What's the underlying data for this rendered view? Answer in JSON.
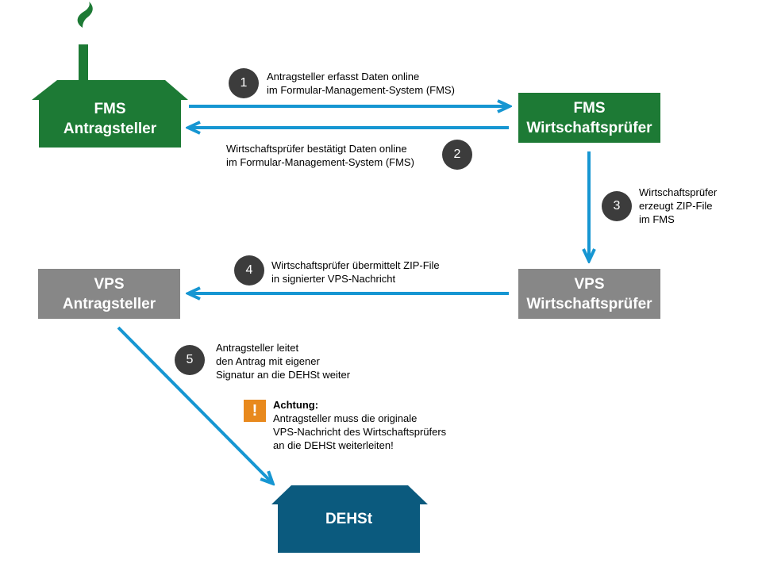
{
  "colors": {
    "fms_green": "#1d7a35",
    "vps_gray": "#878787",
    "dehst_blue": "#0b5a7e",
    "arrow_blue": "#1696d2",
    "step_circle": "#3c3c3c",
    "warning_orange": "#e8891d"
  },
  "nodes": {
    "fms_antragsteller": {
      "line1": "FMS",
      "line2": "Antragsteller"
    },
    "fms_wirtschaftspruefer": {
      "line1": "FMS",
      "line2": "Wirtschaftsprüfer"
    },
    "vps_antragsteller": {
      "line1": "VPS",
      "line2": "Antragsteller"
    },
    "vps_wirtschaftspruefer": {
      "line1": "VPS",
      "line2": "Wirtschaftsprüfer"
    },
    "dehst": {
      "label": "DEHSt"
    }
  },
  "steps": [
    {
      "number": "1",
      "lines": [
        "Antragsteller erfasst Daten online",
        "im Formular-Management-System (FMS)"
      ]
    },
    {
      "number": "2",
      "lines": [
        "Wirtschaftsprüfer bestätigt Daten online",
        "im Formular-Management-System (FMS)"
      ]
    },
    {
      "number": "3",
      "lines": [
        "Wirtschaftsprüfer",
        "erzeugt ZIP-File",
        "im FMS"
      ]
    },
    {
      "number": "4",
      "lines": [
        "Wirtschaftsprüfer übermittelt ZIP-File",
        "in signierter VPS-Nachricht"
      ]
    },
    {
      "number": "5",
      "lines": [
        "Antragsteller leitet",
        "den Antrag mit eigener",
        "Signatur an die DEHSt weiter"
      ]
    }
  ],
  "warning": {
    "icon": "exclamation-icon",
    "symbol": "!",
    "title": "Achtung:",
    "lines": [
      "Antragsteller muss die originale",
      "VPS-Nachricht des Wirtschaftsprüfers",
      "an die DEHSt weiterleiten!"
    ]
  }
}
